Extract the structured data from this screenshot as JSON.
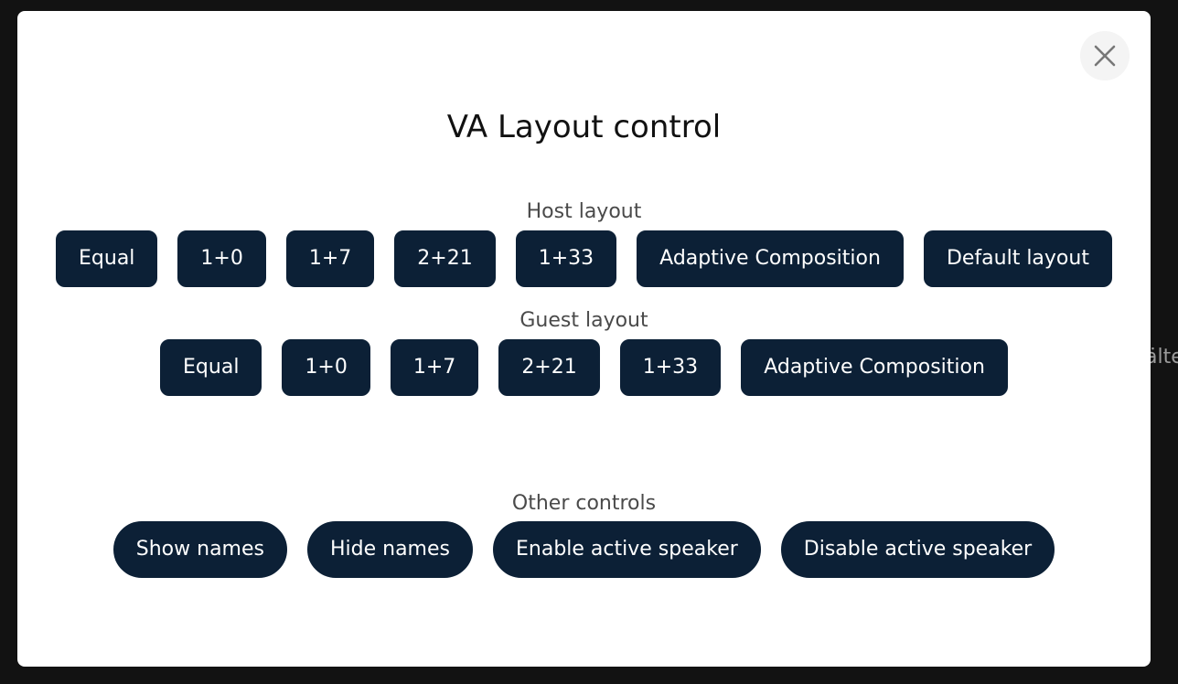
{
  "background": {
    "peek_text": "älte"
  },
  "modal": {
    "title": "VA Layout control",
    "close_icon": "close-icon"
  },
  "host_layout": {
    "label": "Host layout",
    "buttons": [
      "Equal",
      "1+0",
      "1+7",
      "2+21",
      "1+33",
      "Adaptive Composition",
      "Default layout"
    ]
  },
  "guest_layout": {
    "label": "Guest layout",
    "buttons": [
      "Equal",
      "1+0",
      "1+7",
      "2+21",
      "1+33",
      "Adaptive Composition"
    ]
  },
  "other_controls": {
    "label": "Other controls",
    "buttons": [
      "Show names",
      "Hide names",
      "Enable active speaker",
      "Disable active speaker"
    ]
  },
  "colors": {
    "button_bg": "#0c2036",
    "button_text": "#ffffff",
    "backdrop": "#121212",
    "modal_bg": "#ffffff"
  }
}
